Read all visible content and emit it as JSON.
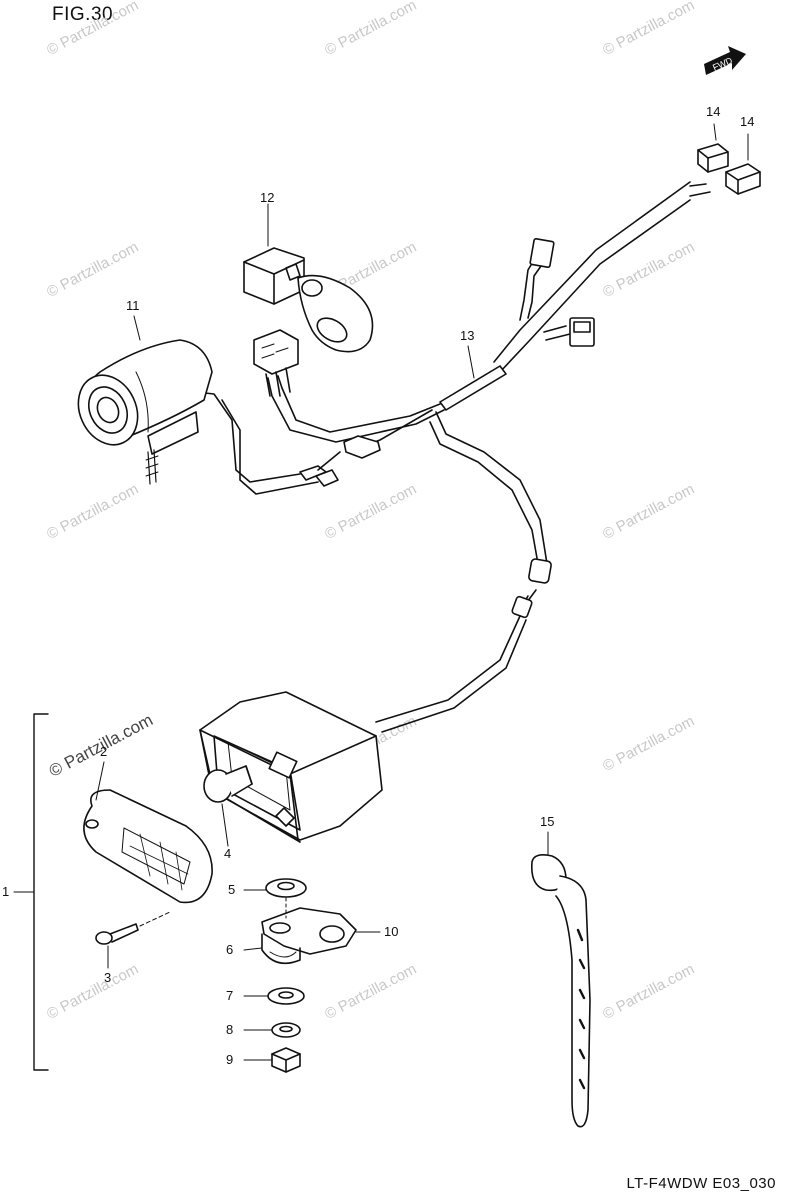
{
  "figure": {
    "title": "FIG.30",
    "code": "LT-F4WDW E03_030"
  },
  "direction_marker": {
    "label": "FWD"
  },
  "watermark": {
    "text": "© Partzilla.com"
  },
  "callouts": {
    "c1": "1",
    "c2": "2",
    "c3": "3",
    "c4": "4",
    "c5": "5",
    "c6": "6",
    "c7": "7",
    "c8": "8",
    "c9": "9",
    "c10": "10",
    "c11": "11",
    "c12": "12",
    "c13": "13",
    "c14a": "14",
    "c14b": "14",
    "c15": "15"
  }
}
